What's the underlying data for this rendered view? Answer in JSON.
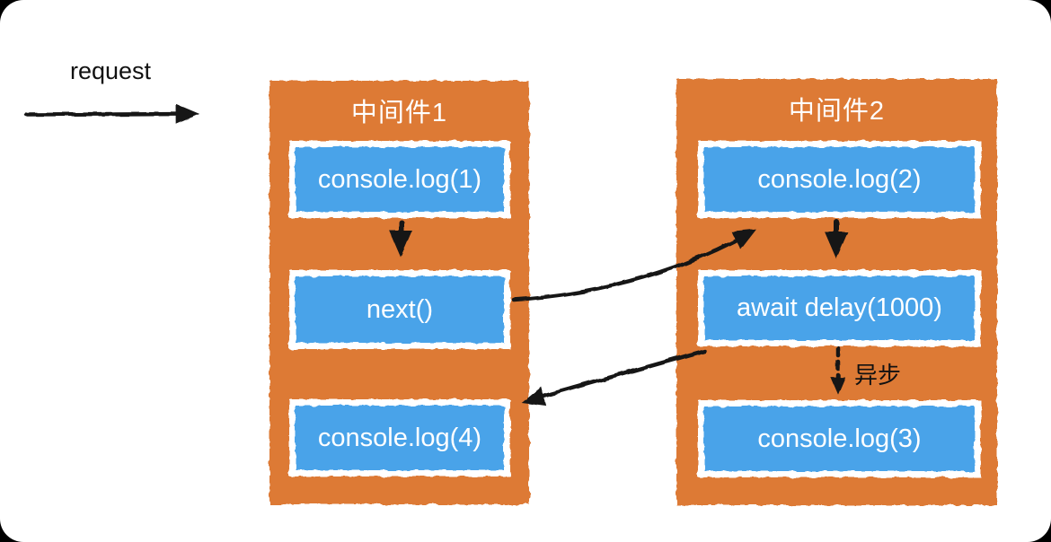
{
  "colors": {
    "orange": "#dd7a36",
    "blue": "#4aa3e9",
    "arrow": "#151515",
    "panel_text": "#ffffff",
    "label_text": "#111111",
    "canvas_bg": "#ffffff",
    "page_bg": "#000000"
  },
  "labels": {
    "request": "request",
    "async": "异步"
  },
  "middlewares": [
    {
      "title": "中间件1",
      "steps": [
        "console.log(1)",
        "next()",
        "console.log(4)"
      ]
    },
    {
      "title": "中间件2",
      "steps": [
        "console.log(2)",
        "await delay(1000)",
        "console.log(3)"
      ]
    }
  ],
  "edges": [
    {
      "from": "request",
      "to": "中间件1",
      "style": "solid"
    },
    {
      "from": "console.log(1)",
      "to": "next()",
      "style": "solid"
    },
    {
      "from": "next()",
      "to": "console.log(2)",
      "style": "solid"
    },
    {
      "from": "console.log(2)",
      "to": "await delay(1000)",
      "style": "solid"
    },
    {
      "from": "await delay(1000)",
      "to": "console.log(4)",
      "style": "solid"
    },
    {
      "from": "await delay(1000)",
      "to": "console.log(3)",
      "style": "dashed",
      "label": "异步"
    }
  ]
}
